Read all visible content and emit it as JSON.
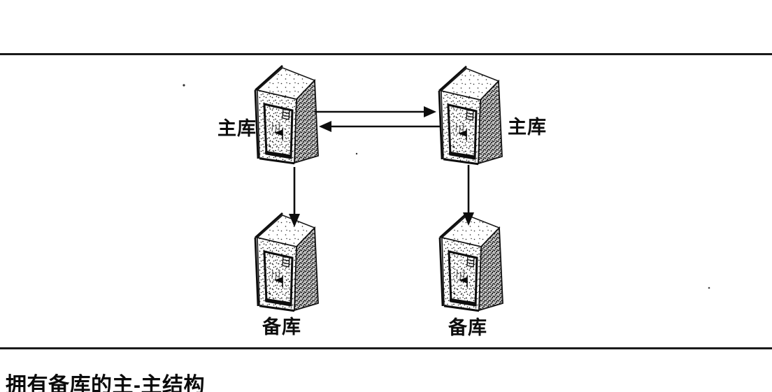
{
  "page": {
    "background": "#ffffff",
    "ink_color": "#141414",
    "caption": "拥有备库的主-主结构",
    "diagram": {
      "nodes": [
        {
          "id": "master-left",
          "label": "主库",
          "icon": "server-tower-icon"
        },
        {
          "id": "master-right",
          "label": "主库",
          "icon": "server-tower-icon"
        },
        {
          "id": "replica-left",
          "label": "备库",
          "icon": "server-tower-icon"
        },
        {
          "id": "replica-right",
          "label": "备库",
          "icon": "server-tower-icon"
        }
      ],
      "edges": [
        {
          "from": "master-left",
          "to": "master-right",
          "direction": "right"
        },
        {
          "from": "master-right",
          "to": "master-left",
          "direction": "left"
        },
        {
          "from": "master-left",
          "to": "replica-left",
          "direction": "down"
        },
        {
          "from": "master-right",
          "to": "replica-right",
          "direction": "down"
        }
      ]
    }
  }
}
